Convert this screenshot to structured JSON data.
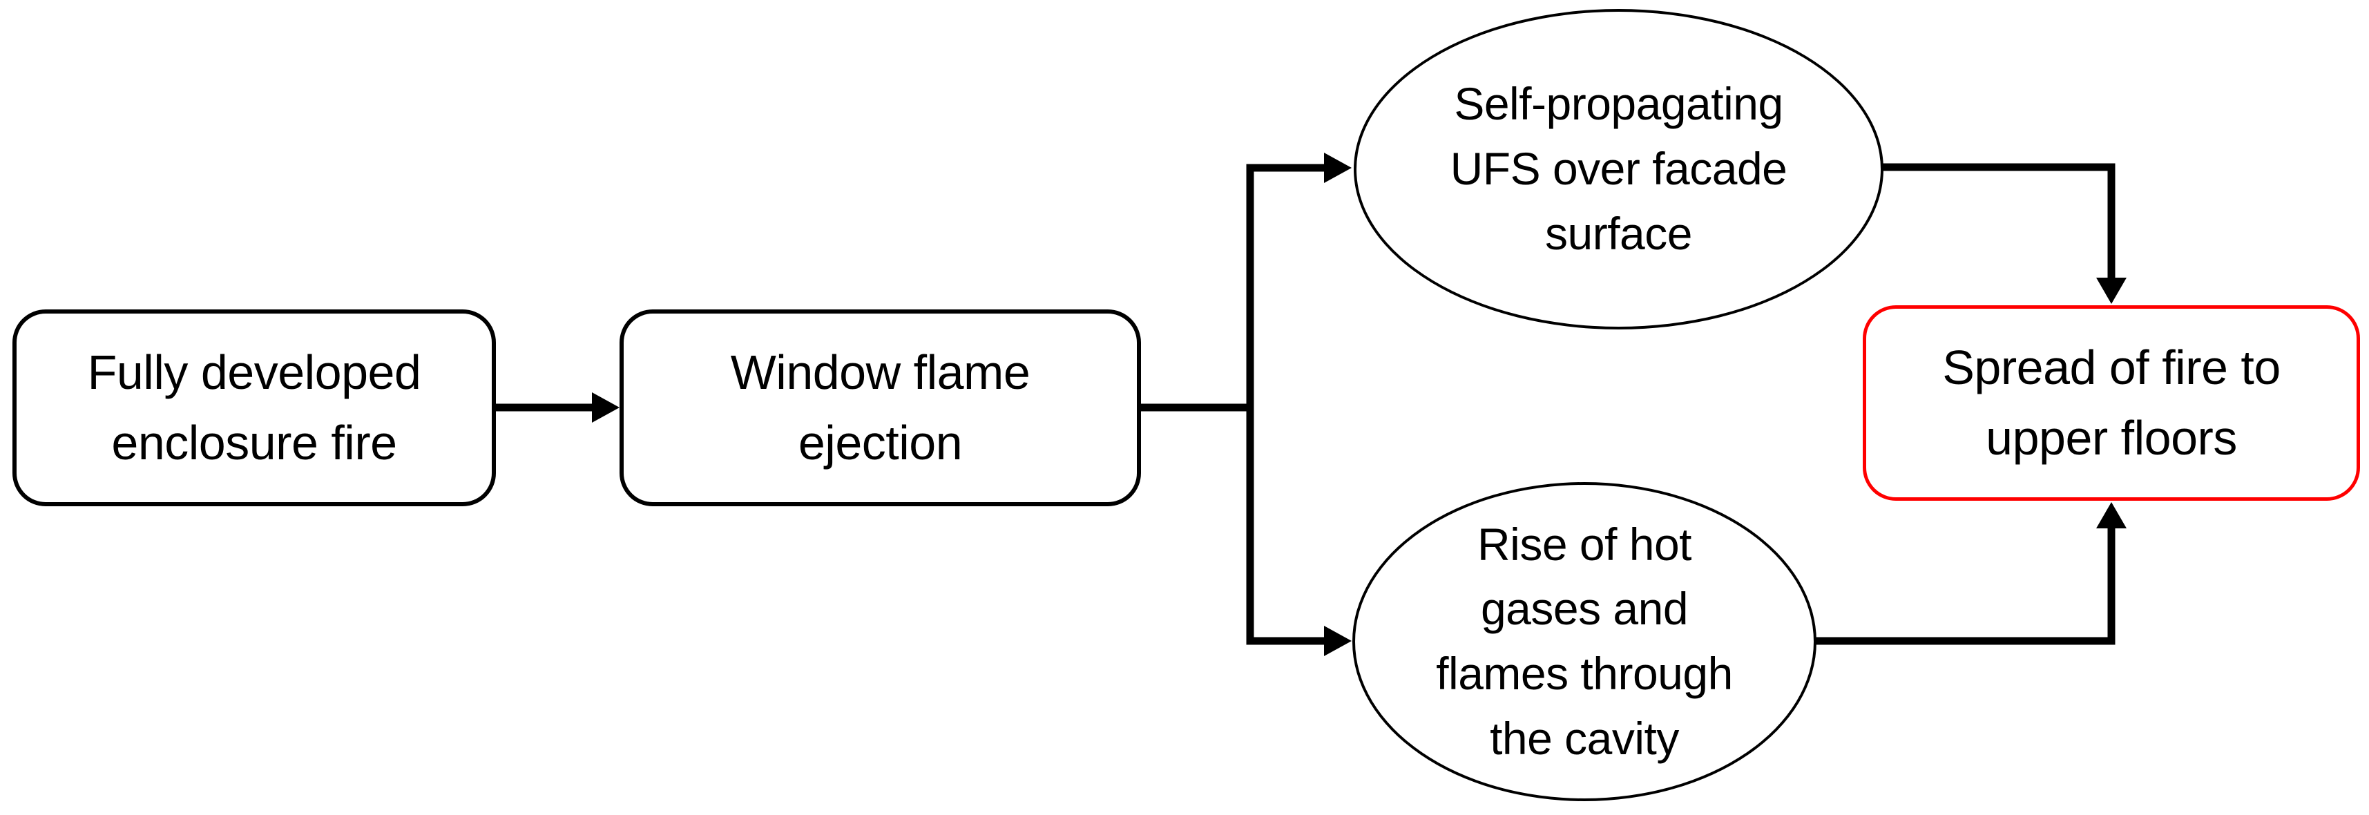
{
  "diagram": {
    "type": "flowchart",
    "background": "#ffffff",
    "description": "Fire spread mechanism flowchart from enclosure fire to upper floors"
  },
  "colors": {
    "line": "#000000",
    "highlight_border": "#ff0000",
    "text": "#000000",
    "node_background": "#ffffff"
  },
  "nodes": {
    "enclosure_fire": {
      "shape": "rounded-rectangle",
      "border": "black",
      "lines": [
        "Fully developed",
        "enclosure fire"
      ]
    },
    "window_flame": {
      "shape": "rounded-rectangle",
      "border": "black",
      "lines": [
        "Window flame",
        "ejection"
      ]
    },
    "ufs_facade": {
      "shape": "ellipse",
      "border": "black",
      "lines": [
        "Self-propagating",
        "UFS over facade",
        "surface"
      ]
    },
    "cavity_rise": {
      "shape": "ellipse",
      "border": "black",
      "lines": [
        "Rise of hot",
        "gases and",
        "flames through",
        "the cavity"
      ]
    },
    "fire_spread": {
      "shape": "rounded-rectangle",
      "border": "red",
      "lines": [
        "Spread of fire to",
        "upper floors"
      ]
    }
  },
  "edges": [
    {
      "from": "enclosure_fire",
      "to": "window_flame",
      "style": "arrow"
    },
    {
      "from": "window_flame",
      "to": "ufs_facade",
      "style": "arrow"
    },
    {
      "from": "window_flame",
      "to": "cavity_rise",
      "style": "arrow"
    },
    {
      "from": "ufs_facade",
      "to": "fire_spread",
      "style": "arrow"
    },
    {
      "from": "cavity_rise",
      "to": "fire_spread",
      "style": "arrow"
    }
  ]
}
